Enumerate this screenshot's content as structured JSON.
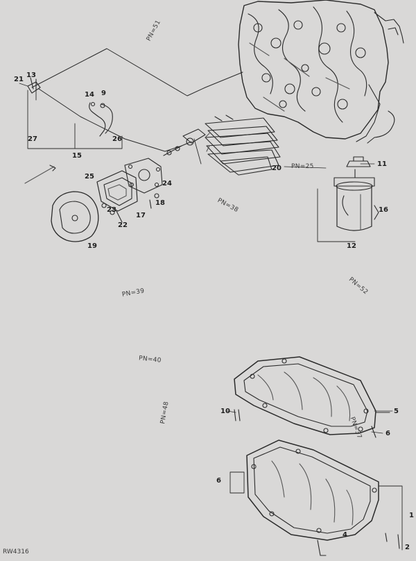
{
  "figure_id": "RW4316",
  "callouts": {
    "c21": "21",
    "c13": "13",
    "c14": "14",
    "c9": "9",
    "c27": "27",
    "c15": "15",
    "c26": "26",
    "c25": "25",
    "c23": "23",
    "c22": "22",
    "c17": "17",
    "c18": "18",
    "c19": "19",
    "c24": "24",
    "c20": "20",
    "c11": "11",
    "c16": "16",
    "c12": "12",
    "c10": "10",
    "c5": "5",
    "c6a": "6",
    "c6b": "6",
    "c4": "4",
    "c1": "1",
    "c2": "2"
  },
  "references": {
    "r1": "PN=51",
    "r2": "PN=25",
    "r3": "PN=38",
    "r4": "PN=52",
    "r5": "PN=39",
    "r6": "PN=40",
    "r7": "PN=48",
    "r8": "PN=37"
  },
  "colors": {
    "background": "#d9d8d7",
    "line": "#2a2a2a",
    "shade": "#8c8c8c"
  }
}
